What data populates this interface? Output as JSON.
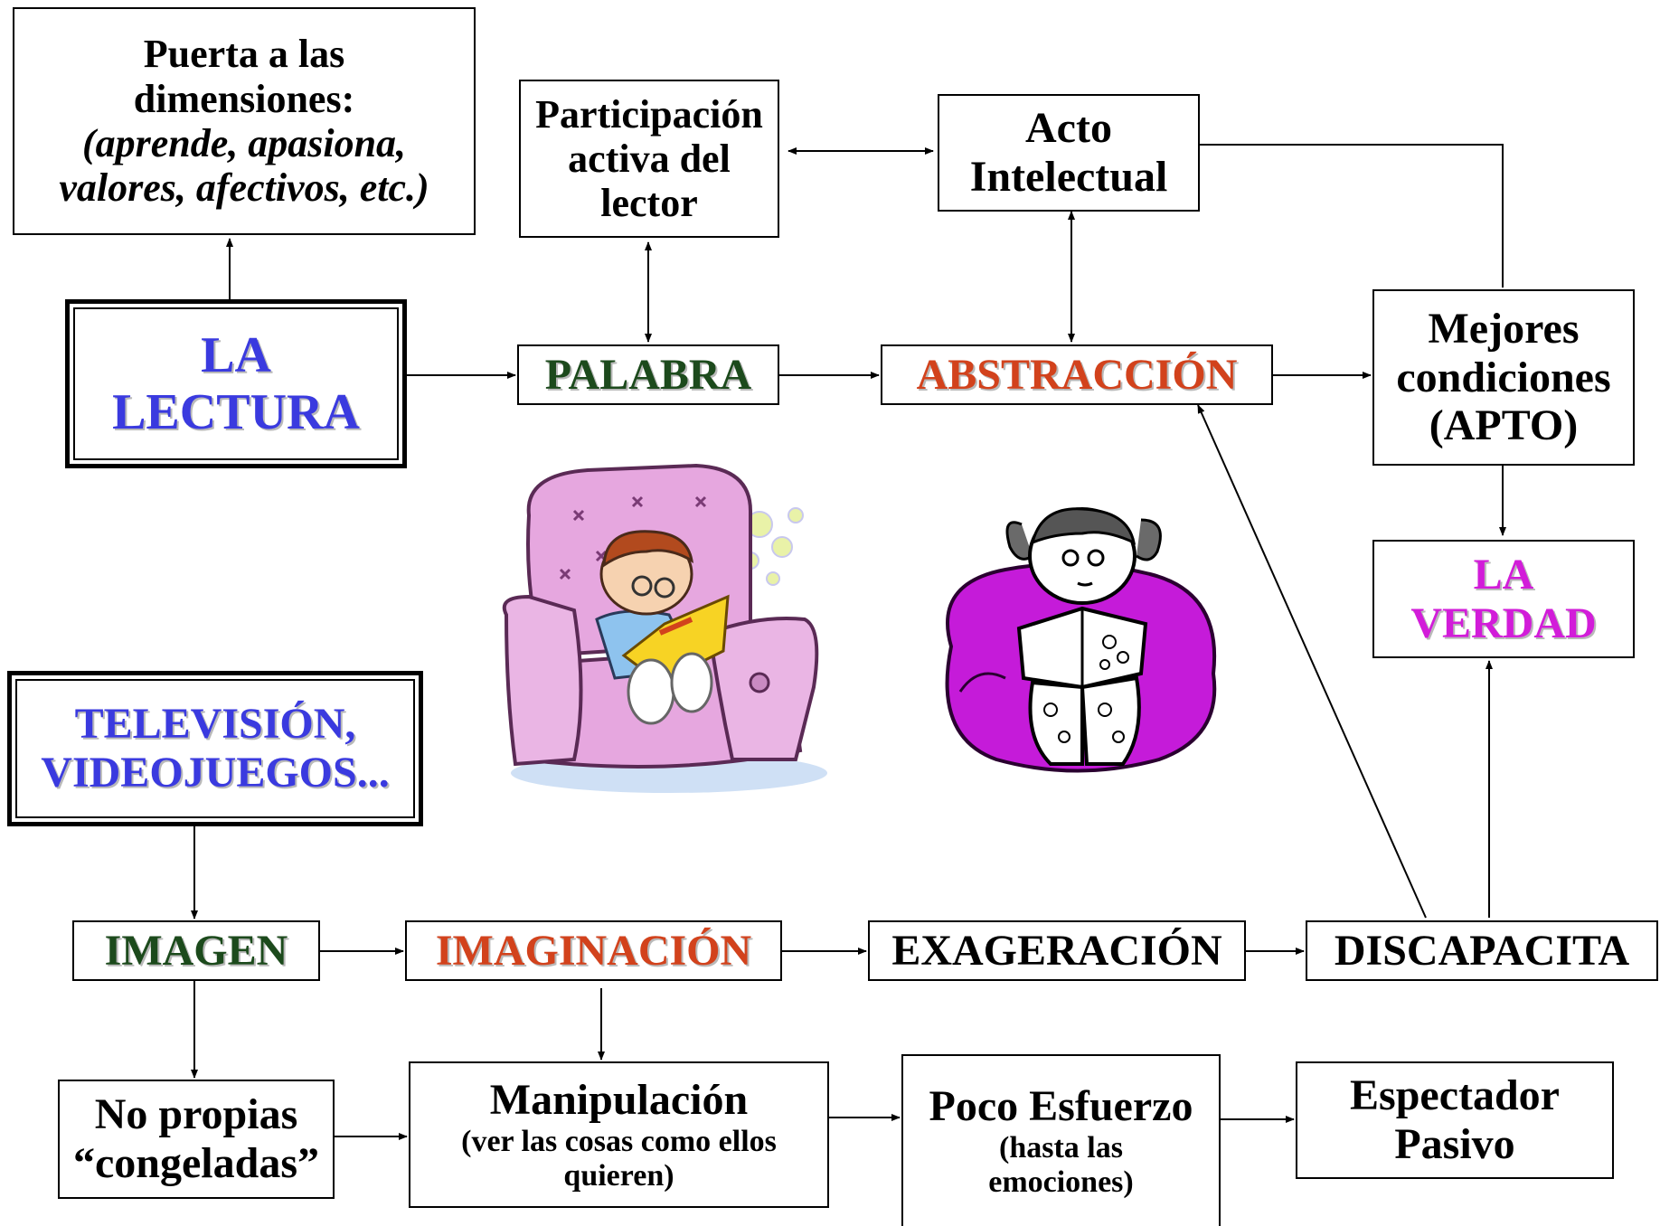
{
  "colors": {
    "blue": "#3a3adf",
    "green": "#1c4a1c",
    "orange": "#d2421c",
    "magenta": "#d21cd9",
    "black": "#000000"
  },
  "nodes": {
    "puerta": {
      "line1": "Puerta a las",
      "line2": "dimensiones:",
      "line3": "(aprende, apasiona,",
      "line4": "valores, afectivos, etc.)"
    },
    "participacion": {
      "line1": "Participación",
      "line2": "activa del",
      "line3": "lector"
    },
    "acto": {
      "line1": "Acto",
      "line2": "Intelectual"
    },
    "lectura": {
      "line1": "LA",
      "line2": "LECTURA"
    },
    "palabra": {
      "label": "PALABRA"
    },
    "abstraccion": {
      "label": "ABSTRACCIÓN"
    },
    "mejores": {
      "line1": "Mejores",
      "line2": "condiciones",
      "line3": "(APTO)"
    },
    "verdad": {
      "line1": "LA",
      "line2": "VERDAD"
    },
    "television": {
      "line1": "TELEVISIÓN,",
      "line2": "VIDEOJUEGOS..."
    },
    "imagen": {
      "label": "IMAGEN"
    },
    "imaginacion": {
      "label": "IMAGINACIÓN"
    },
    "exageracion": {
      "label": "EXAGERACIÓN"
    },
    "discapacita": {
      "label": "DISCAPACITA"
    },
    "noPropias": {
      "line1": "No propias",
      "line2": "“congeladas”"
    },
    "manipulacion": {
      "line1": "Manipulación",
      "line2": "(ver las cosas como ellos",
      "line3": "quieren)"
    },
    "pocoEsfuerzo": {
      "line1": "Poco Esfuerzo",
      "line2": "(hasta las",
      "line3": "emociones)"
    },
    "espectador": {
      "line1": "Espectador",
      "line2": "Pasivo"
    }
  },
  "illustrations": {
    "boy": "boy-reading-armchair",
    "girl": "girl-reading-beanbag"
  }
}
